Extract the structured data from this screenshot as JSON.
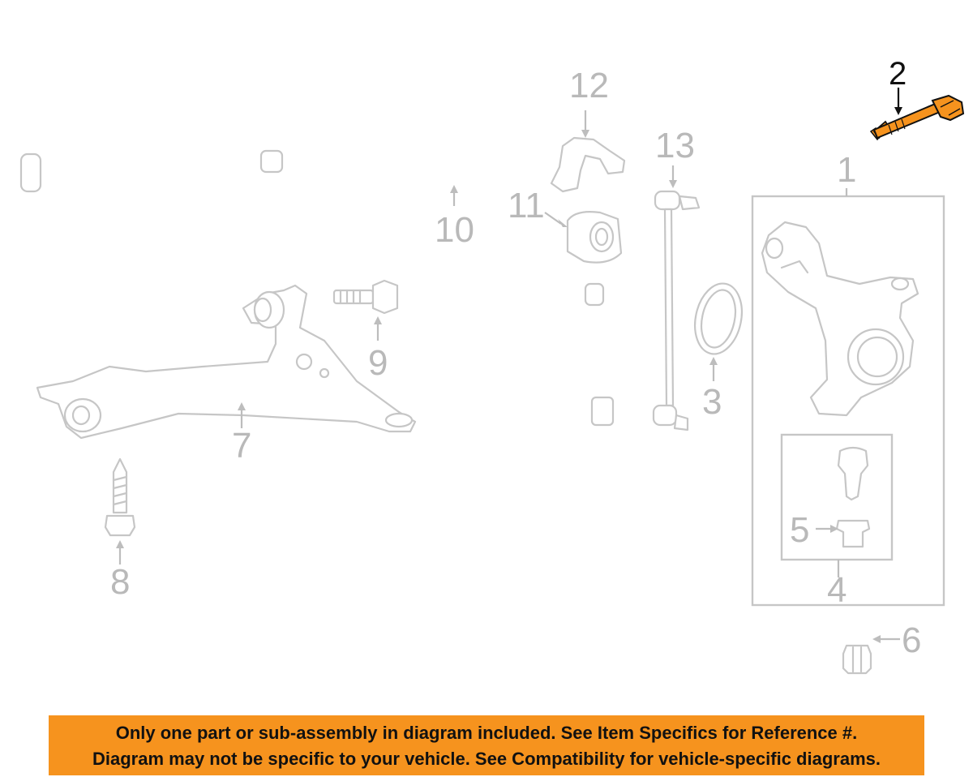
{
  "callouts": {
    "c1": "1",
    "c2": "2",
    "c3": "3",
    "c4": "4",
    "c5": "5",
    "c6": "6",
    "c7": "7",
    "c8": "8",
    "c9": "9",
    "c10": "10",
    "c11": "11",
    "c12": "12",
    "c13": "13"
  },
  "highlight_part": "2",
  "colors": {
    "highlight": "#f6931e",
    "line_art": "#c6c6c6",
    "label_gray": "#b9b9b9",
    "banner_bg": "#f6931e"
  },
  "banner": {
    "line1": "Only one part or sub-assembly in diagram included. See Item Specifics for Reference #.",
    "line2": "Diagram may not be specific to your vehicle. See Compatibility for vehicle-specific diagrams."
  }
}
